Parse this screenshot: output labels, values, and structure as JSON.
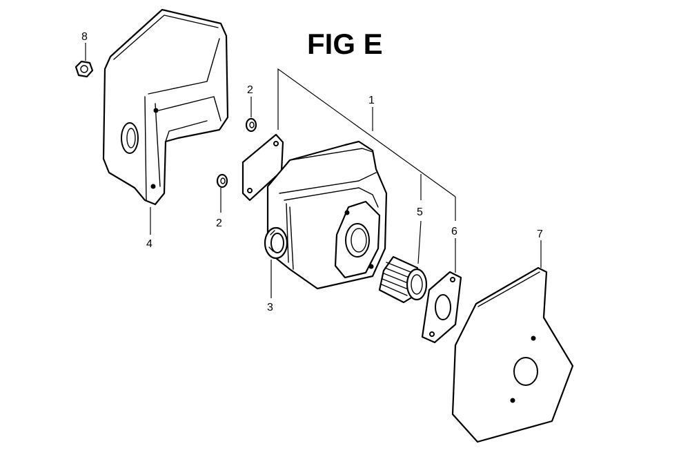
{
  "figure": {
    "title": "FIG E"
  },
  "callouts": {
    "c1": "1",
    "c2_upper": "2",
    "c2_lower": "2",
    "c3": "3",
    "c4": "4",
    "c5": "5",
    "c6": "6",
    "c7": "7",
    "c8": "8"
  }
}
